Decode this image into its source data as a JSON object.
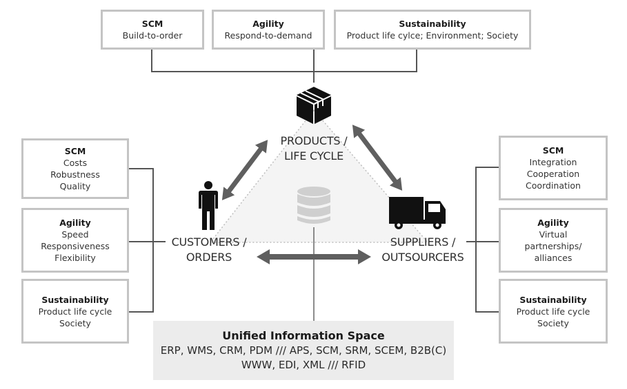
{
  "top_boxes": [
    {
      "title": "SCM",
      "lines": [
        "Build-to-order"
      ]
    },
    {
      "title": "Agility",
      "lines": [
        "Respond-to-demand"
      ]
    },
    {
      "title": "Sustainability",
      "lines": [
        "Product life cylce; Environment; Society"
      ]
    }
  ],
  "left_boxes": [
    {
      "title": "SCM",
      "lines": [
        "Costs",
        "Robustness",
        "Quality"
      ]
    },
    {
      "title": "Agility",
      "lines": [
        "Speed",
        "Responsiveness",
        "Flexibility"
      ]
    },
    {
      "title": "Sustainability",
      "lines": [
        "Product life cycle",
        "Society"
      ]
    }
  ],
  "right_boxes": [
    {
      "title": "SCM",
      "lines": [
        "Integration",
        "Cooperation",
        "Coordination"
      ]
    },
    {
      "title": "Agility",
      "lines": [
        "Virtual",
        "partnerships/",
        "alliances"
      ]
    },
    {
      "title": "Sustainability",
      "lines": [
        "Product life cycle",
        "Society"
      ]
    }
  ],
  "nodes": {
    "products": {
      "line1": "PRODUCTS /",
      "line2": "LIFE CYCLE",
      "icon": "package-box-icon"
    },
    "customers": {
      "line1": "CUSTOMERS /",
      "line2": "ORDERS",
      "icon": "person-icon"
    },
    "suppliers": {
      "line1": "SUPPLIERS /",
      "line2": "OUTSOURCERS",
      "icon": "delivery-truck-icon"
    },
    "center": {
      "icon": "database-icon"
    }
  },
  "info_space": {
    "title": "Unified Information Space",
    "line1": "ERP, WMS, CRM, PDM /// APS, SCM, SRM, SCEM, B2B(C)",
    "line2": "WWW, EDI, XML /// RFID"
  },
  "colors": {
    "box_border": "#c4c4c4",
    "connector": "#555555",
    "arrow": "#5f5f5f",
    "info_space_bg": "#ececec",
    "triangle_fill": "#f3f3f3",
    "icon": "#111111",
    "database": "#cfcfcf"
  }
}
